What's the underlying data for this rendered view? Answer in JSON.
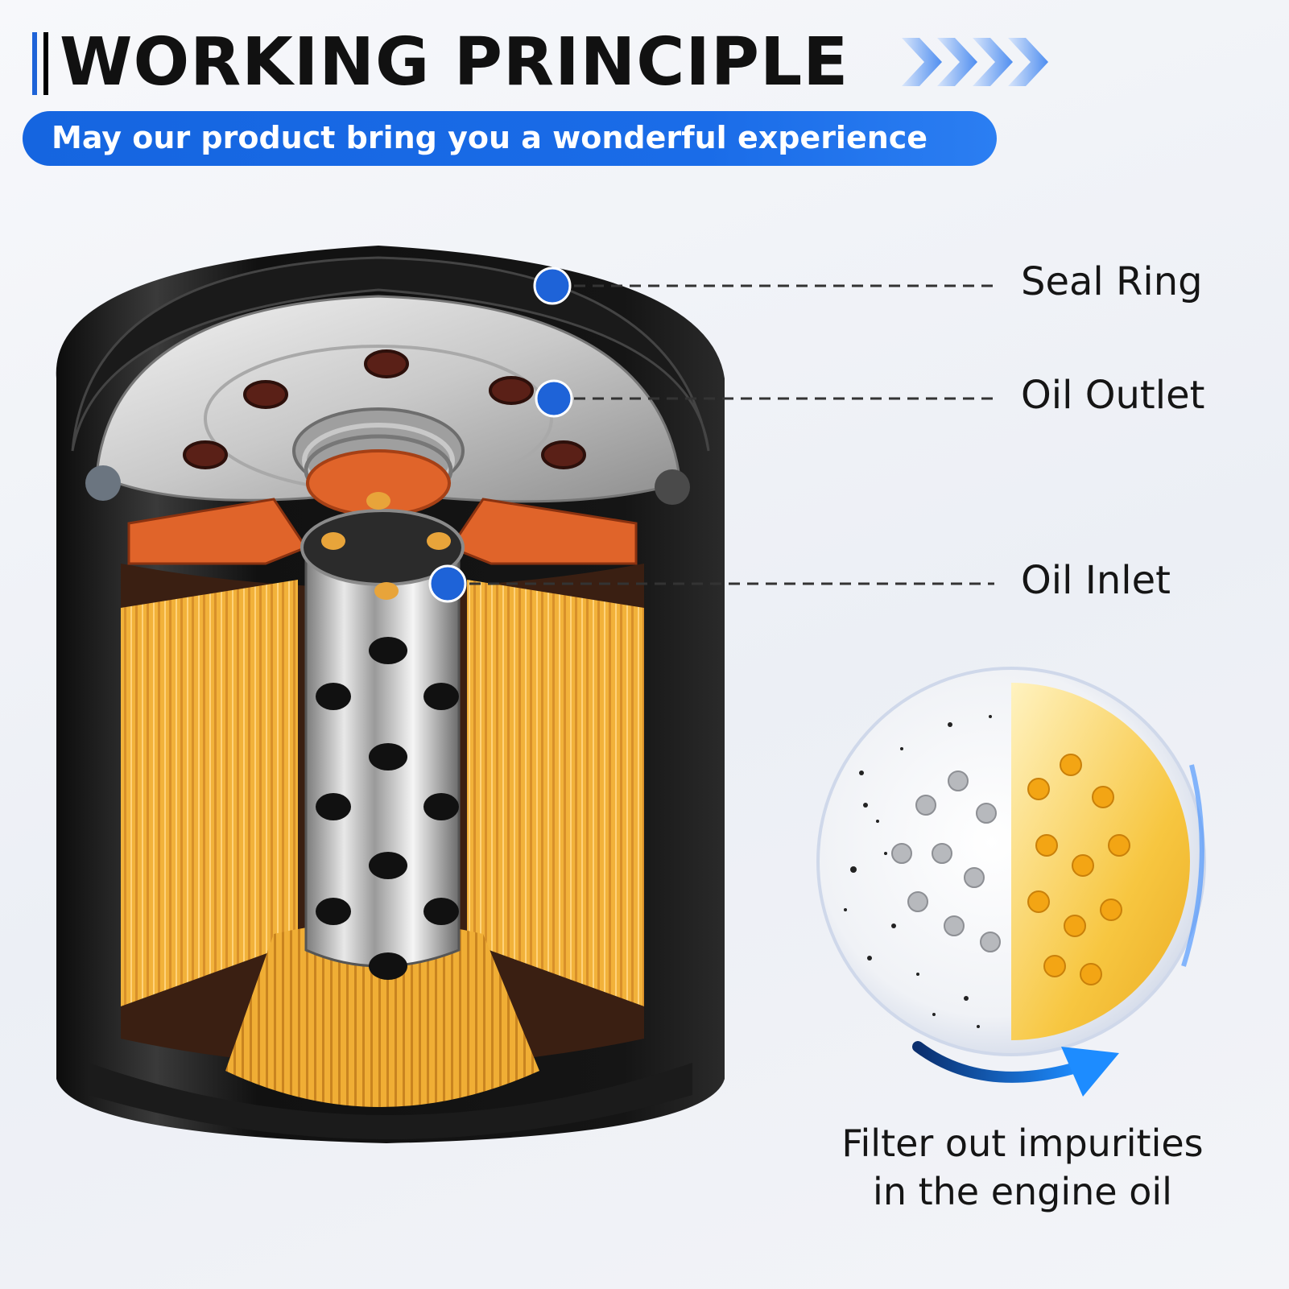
{
  "header": {
    "title": "WORKING PRINCIPLE",
    "subtitle": "May our product bring you a wonderful experience"
  },
  "callouts": [
    {
      "label": "Seal Ring"
    },
    {
      "label": "Oil Outlet"
    },
    {
      "label": "Oil Inlet"
    }
  ],
  "caption": {
    "line1": "Filter out impurities",
    "line2": "in the engine oil"
  },
  "colors": {
    "accent_blue": "#1e63d8",
    "filter_yellow": "#f2b23a",
    "gasket_orange": "#e0642a",
    "housing_black": "#111111"
  }
}
